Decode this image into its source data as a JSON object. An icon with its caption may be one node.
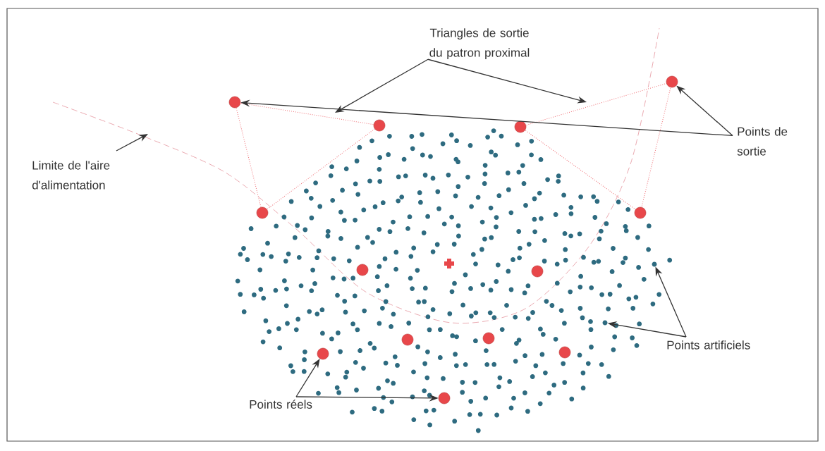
{
  "diagram": {
    "nodes": [
      {
        "text": [
          "Triangles de sortie du patron proximal"
        ]
      },
      {
        "text": [
          "Points de sortie"
        ]
      },
      {
        "text": [
          "Limite de l'aire d'alimentation"
        ]
      },
      {
        "text": [
          "Points artificiels"
        ]
      },
      {
        "text": [
          "Points réels"
        ]
      },
      {
        "text": [],
        "shape": "circle"
      },
      {
        "text": [],
        "shape": "circle"
      },
      {
        "text": [],
        "shape": "circle"
      },
      {
        "text": [],
        "shape": "circle"
      },
      {
        "text": [],
        "shape": "circle"
      },
      {
        "text": [],
        "shape": "circle"
      },
      {
        "text": [],
        "shape": "circle"
      },
      {
        "text": [],
        "shape": "circle"
      },
      {
        "text": [],
        "shape": "circle"
      },
      {
        "text": [],
        "shape": "circle"
      },
      {
        "text": [],
        "shape": "circle"
      },
      {
        "text": [],
        "shape": "circle"
      },
      {
        "text": [],
        "shape": "circle"
      },
      {
        "text": [],
        "shape": "circle"
      },
      {
        "text": [],
        "shape": "circle"
      }
    ],
    "edges": [
      {
        "from": 0,
        "to": null,
        "arrow": "to"
      },
      {
        "from": 0,
        "to": null,
        "arrow": "to"
      },
      {
        "from": 1,
        "to": 5,
        "arrow": "to"
      },
      {
        "from": 1,
        "to": 6,
        "arrow": "to"
      },
      {
        "from": 2,
        "to": null,
        "arrow": "to"
      },
      {
        "from": 3,
        "to": 18,
        "arrow": "to"
      },
      {
        "from": 3,
        "to": 19,
        "arrow": "to"
      },
      {
        "from": 4,
        "to": 16,
        "arrow": "to"
      },
      {
        "from": 4,
        "to": 17,
        "arrow": "to"
      }
    ]
  }
}
